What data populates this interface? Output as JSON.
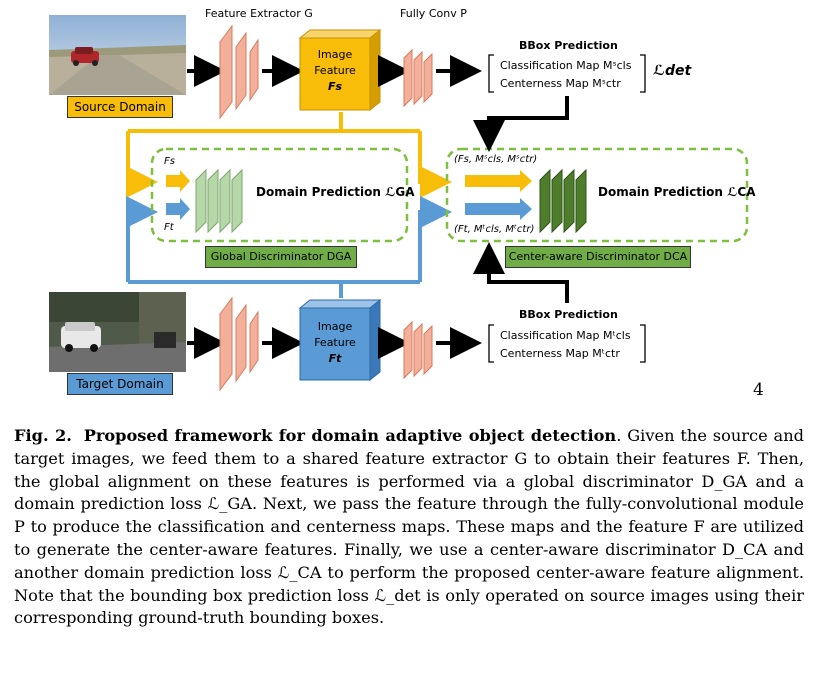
{
  "diagram": {
    "feature_extractor_label": "Feature Extractor G",
    "fully_conv_label": "Fully Conv P",
    "source_domain_label": "Source Domain",
    "target_domain_label": "Target Domain",
    "image_feature_source": [
      "Image",
      "Feature",
      "Fs"
    ],
    "image_feature_target": [
      "Image",
      "Feature",
      "Ft"
    ],
    "bbox_prediction_source": {
      "title": "BBox Prediction",
      "line1": "Classification Map Mˢcls",
      "line2": "Centerness Map Mˢctr"
    },
    "bbox_prediction_target": {
      "title": "BBox Prediction",
      "line1": "Classification Map Mᵗcls",
      "line2": "Centerness Map Mᵗctr"
    },
    "loss_det": "ℒdet",
    "global_input_source": "Fs",
    "global_input_target": "Ft",
    "domain_prediction_ga": "Domain Prediction ℒGA",
    "global_discriminator_label": "Global Discriminator DGA",
    "center_input_source": "(Fs, Mˢcls, Mˢctr)",
    "center_input_target": "(Ft, Mᵗcls, Mᵗctr)",
    "domain_prediction_ca": "Domain Prediction ℒCA",
    "center_discriminator_label": "Center-aware Discriminator DCA",
    "colors": {
      "source": "#f8bd08",
      "target": "#5b9bd5",
      "conv_layer": "#f2b09a",
      "ga_layer": "#b6d7a8",
      "ca_layer": "#4e7d2c",
      "dashed_border": "#7fbf3f",
      "discriminator_label_bg": "#70ad47"
    }
  },
  "page_number": "4",
  "caption": {
    "label": "Fig. 2.",
    "title": "Proposed framework for domain adaptive object detection",
    "body": ". Given the source and target images, we feed them to a shared feature extractor G to obtain their features F. Then, the global alignment on these features is performed via a global discriminator D_GA and a domain prediction loss ℒ_GA. Next, we pass the feature through the fully-convolutional module P to produce the classification and centerness maps. These maps and the feature F are utilized to generate the center-aware features. Finally, we use a center-aware discriminator D_CA and another domain prediction loss ℒ_CA to perform the proposed center-aware feature alignment. Note that the bounding box prediction loss ℒ_det is only operated on source images using their corresponding ground-truth bounding boxes."
  }
}
